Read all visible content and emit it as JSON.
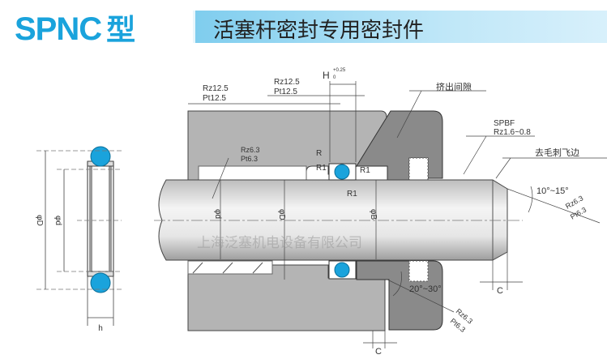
{
  "header": {
    "model": "SPNC",
    "model_suffix": "型",
    "title": "活塞杆密封专用密封件"
  },
  "seal_view": {
    "outer_dia": "φD",
    "inner_dia": "φd",
    "height": "h"
  },
  "section_view": {
    "rough_top_left": [
      "Rz12.5",
      "Pt12.5"
    ],
    "rough_top_mid": [
      "Rz12.5",
      "Pt12.5"
    ],
    "groove_width": "H",
    "groove_tol_upper": "+0.25",
    "groove_tol_lower": "0",
    "extrusion_gap": "挤出间隙",
    "rod_finish": [
      "SPBF",
      "Rz1.6~0.8"
    ],
    "deburr": "去毛刺飞边",
    "rod_chamfer_angle": "10°~15°",
    "rod_chamfer_rough": [
      "Rz6.3",
      "Pt6.3"
    ],
    "groove_bottom_rough": [
      "Rz6.3",
      "Pt6.3"
    ],
    "radius_R": "R",
    "radius_R1": "R1",
    "dia_d": "φd",
    "dia_D": "φD",
    "dia_B": "φB",
    "gland_angle": "20°~30°",
    "gland_rough": [
      "Rz6.3",
      "Pt6.3"
    ],
    "chamfer_rod": "C",
    "chamfer_gland": "C",
    "watermark": "上海泛塞机电设备有限公司"
  },
  "colors": {
    "brand": "#1aa3dc",
    "oring": "#1aa3dc",
    "housing": "#b4b4b4",
    "gland": "#8a8a8a"
  }
}
